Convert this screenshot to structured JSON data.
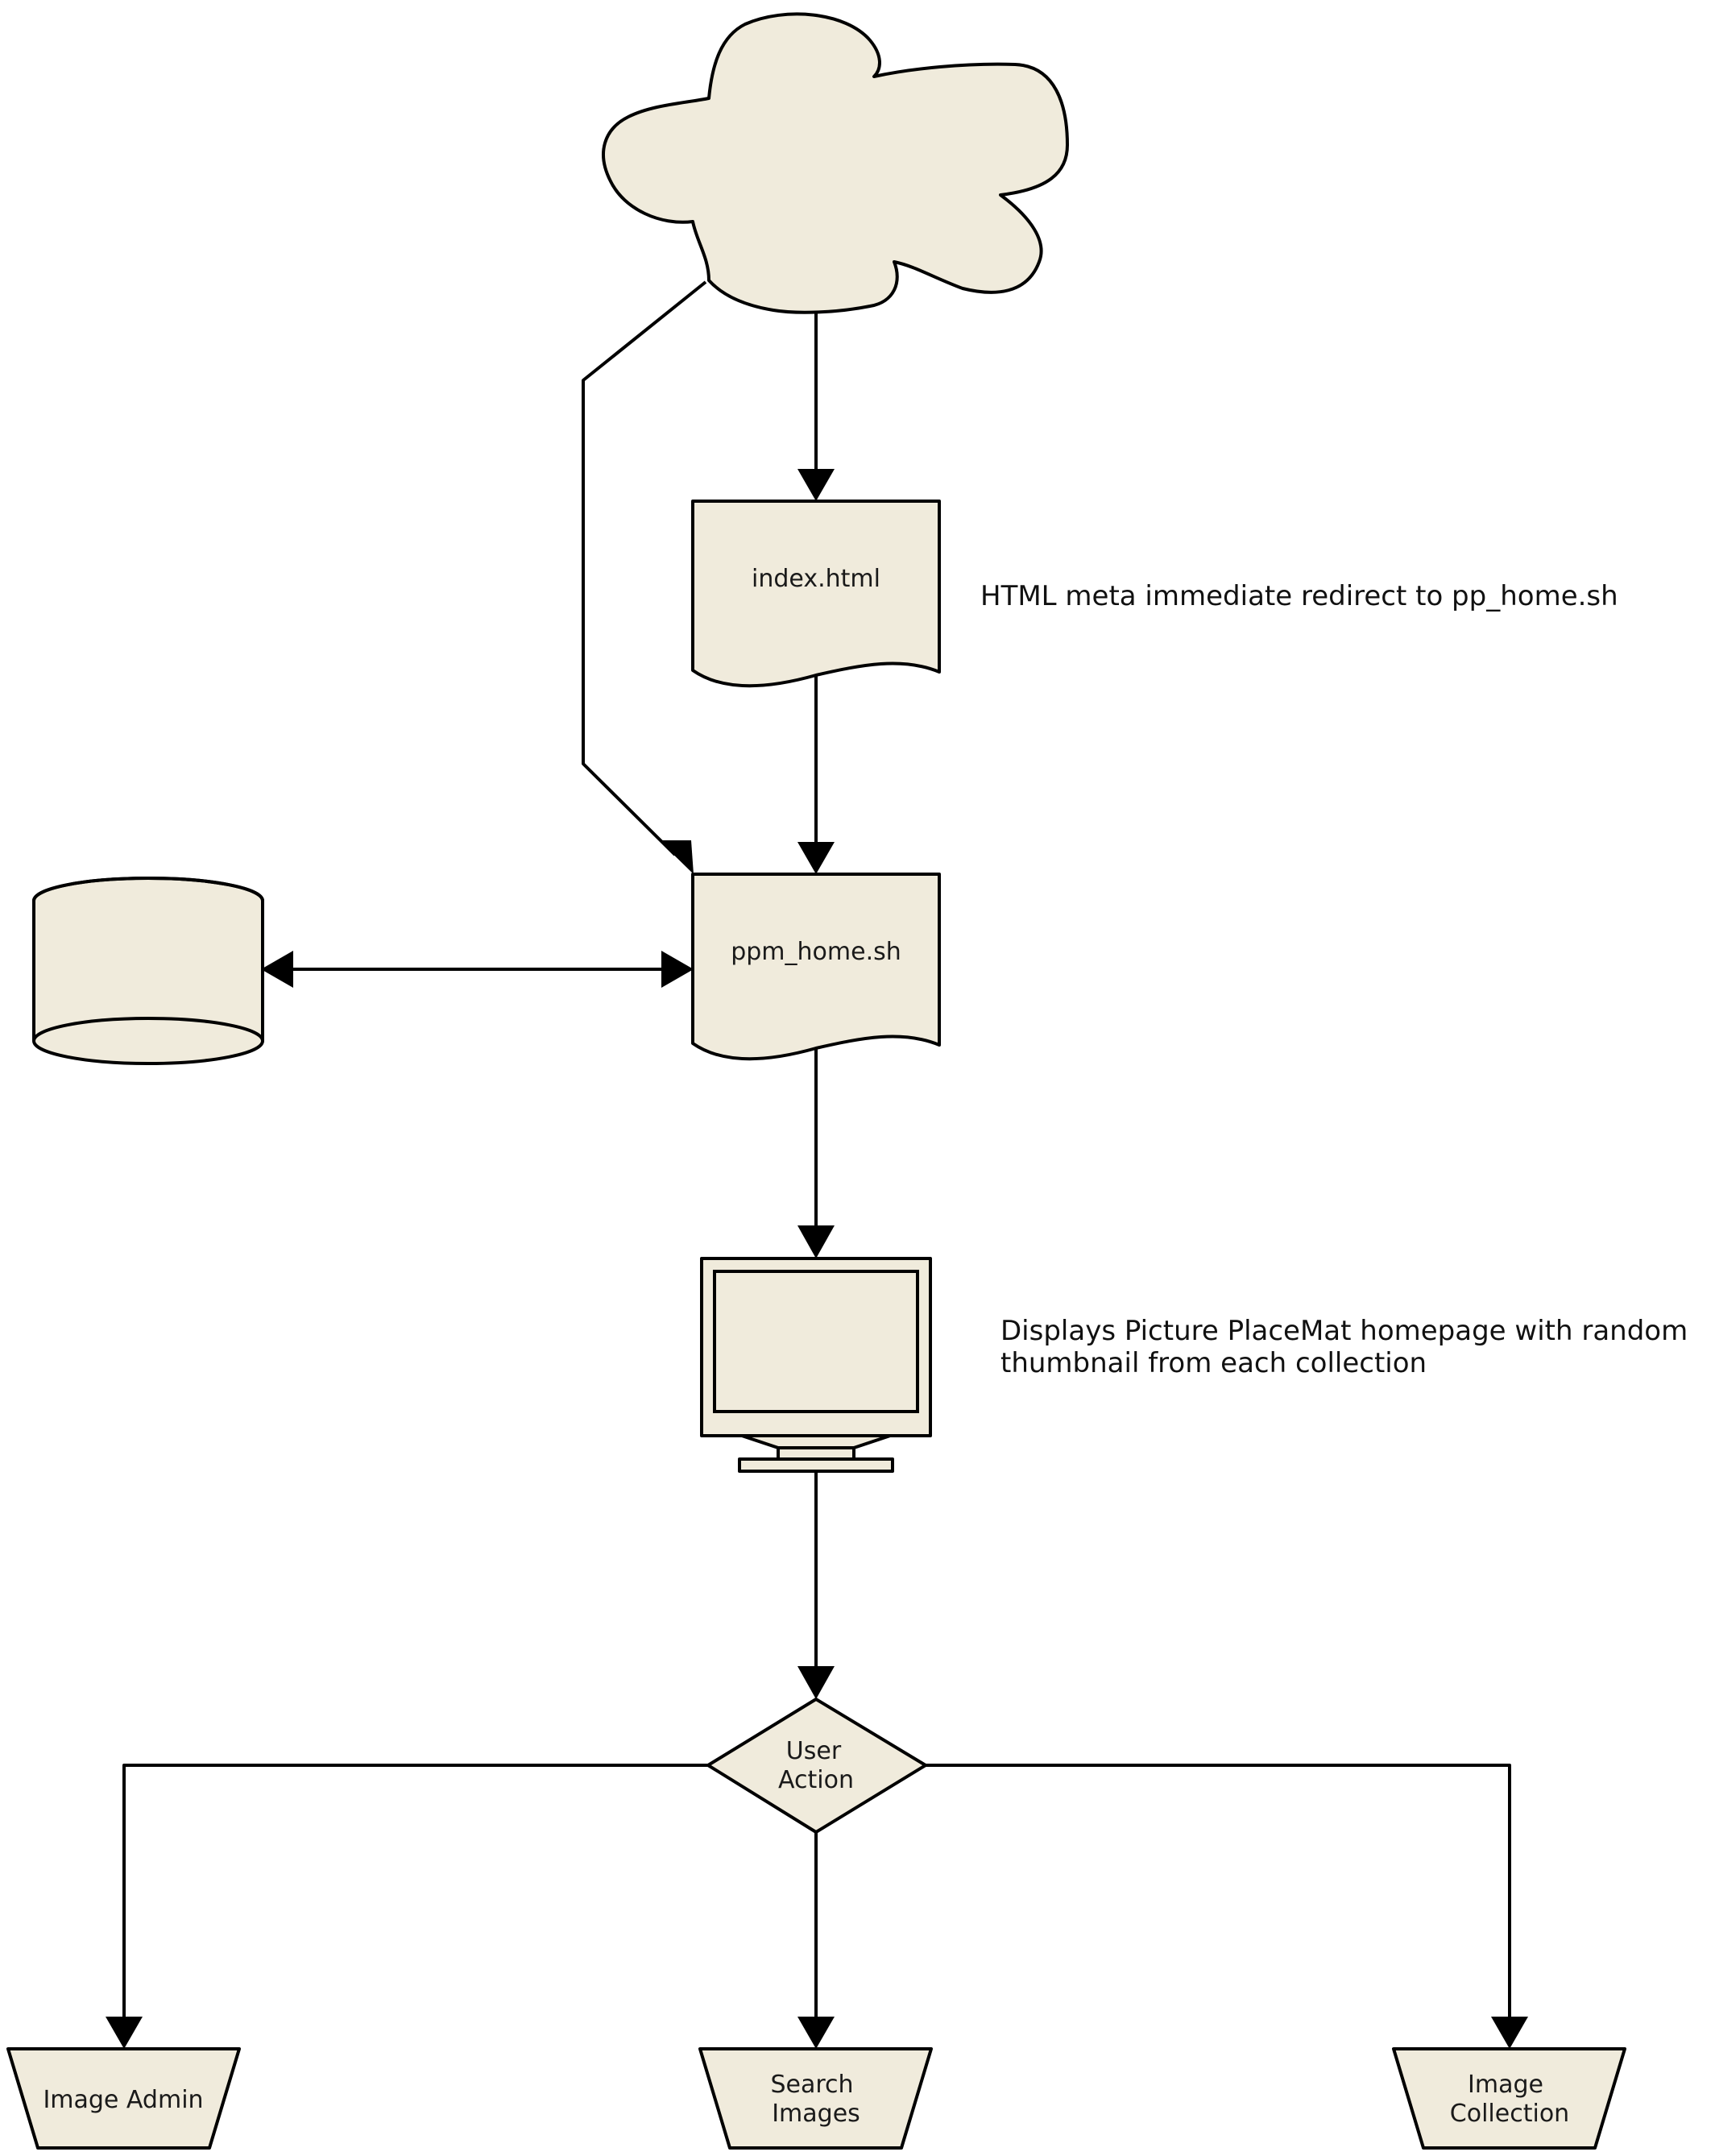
{
  "diagram": {
    "colors": {
      "node_fill": "#f0ebdc",
      "stroke": "#000000",
      "text": "#111111"
    },
    "nodes": {
      "cloud": {
        "shape": "cloud"
      },
      "database": {
        "shape": "cylinder"
      },
      "index_html": {
        "shape": "document",
        "label": "index.html"
      },
      "ppm_home": {
        "shape": "document",
        "label": "ppm_home.sh"
      },
      "display": {
        "shape": "monitor"
      },
      "user_action": {
        "shape": "decision",
        "label_line1": "User",
        "label_line2": "Action"
      },
      "image_admin": {
        "shape": "manual-operation",
        "label": "Image Admin"
      },
      "search_images": {
        "shape": "manual-operation",
        "label_line1": "Search",
        "label_line2": "Images"
      },
      "image_collection": {
        "shape": "manual-operation",
        "label_line1": "Image",
        "label_line2": "Collection"
      }
    },
    "annotations": {
      "redirect_note": "HTML meta immediate redirect to pp_home.sh",
      "display_note_line1": "Displays Picture PlaceMat homepage with random",
      "display_note_line2": "thumbnail from each collection"
    },
    "edges": [
      {
        "from": "cloud",
        "to": "index_html"
      },
      {
        "from": "cloud",
        "to": "ppm_home"
      },
      {
        "from": "index_html",
        "to": "ppm_home"
      },
      {
        "from": "database",
        "to": "ppm_home",
        "bidirectional": true
      },
      {
        "from": "ppm_home",
        "to": "display"
      },
      {
        "from": "display",
        "to": "user_action"
      },
      {
        "from": "user_action",
        "to": "image_admin"
      },
      {
        "from": "user_action",
        "to": "search_images"
      },
      {
        "from": "user_action",
        "to": "image_collection"
      }
    ]
  }
}
